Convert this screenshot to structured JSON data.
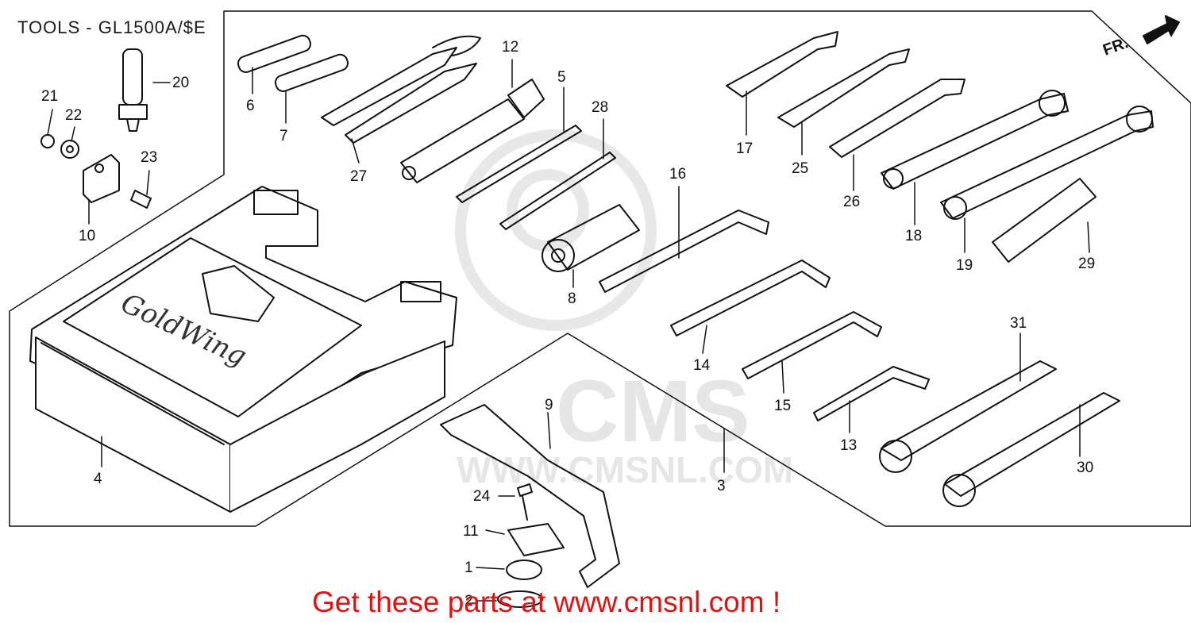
{
  "title": "TOOLS - GL1500A/$E",
  "footer": "Get these parts at www.cmsnl.com !",
  "direction_marker": "FR.",
  "watermark": {
    "logo": "CMS",
    "url": "WWW.CMSNL.COM"
  },
  "tool_box_lid_text": "GoldWing",
  "callouts": [
    "1",
    "2",
    "3",
    "4",
    "5",
    "6",
    "7",
    "8",
    "9",
    "10",
    "11",
    "12",
    "13",
    "14",
    "15",
    "16",
    "17",
    "18",
    "19",
    "20",
    "21",
    "22",
    "23",
    "24",
    "25",
    "26",
    "27",
    "28",
    "29",
    "30",
    "31"
  ],
  "colors": {
    "line": "#111111",
    "footer": "#e01212",
    "watermark": "#e6e6e6"
  }
}
